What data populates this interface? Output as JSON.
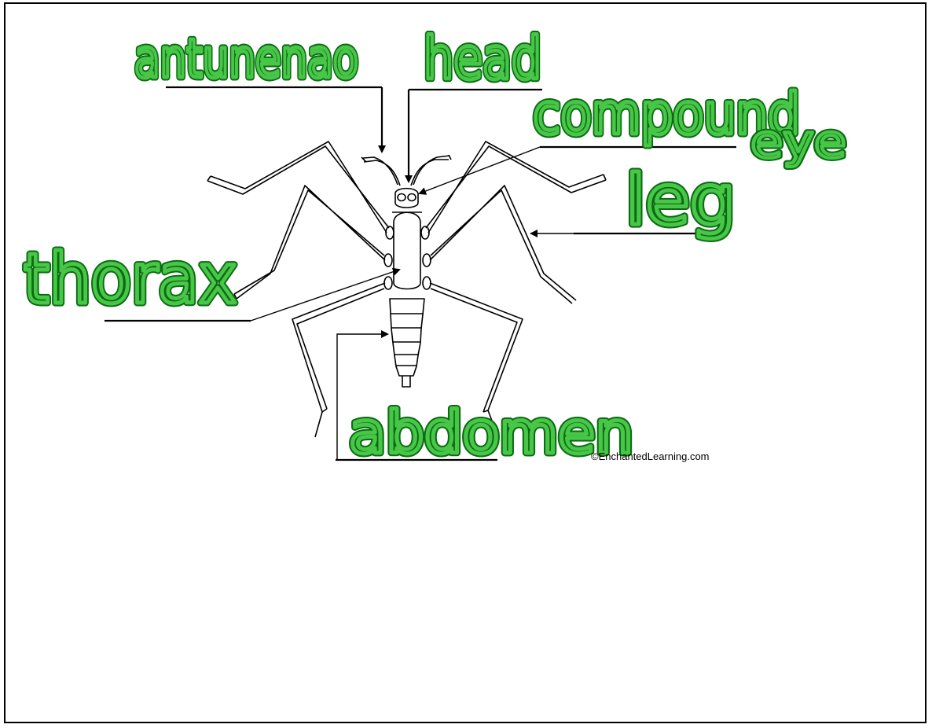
{
  "labels": {
    "antennae": "antunenao",
    "head": "head",
    "compound_eye_line1": "compound",
    "compound_eye_line2": "eye",
    "leg": "leg",
    "thorax": "thorax",
    "abdomen": "abdomen"
  },
  "credit": "©EnchantedLearning.com",
  "colors": {
    "handwriting_stroke": "#0b6b12",
    "handwriting_fill": "#48c648",
    "drawing": "#000000",
    "background": "#ffffff"
  }
}
